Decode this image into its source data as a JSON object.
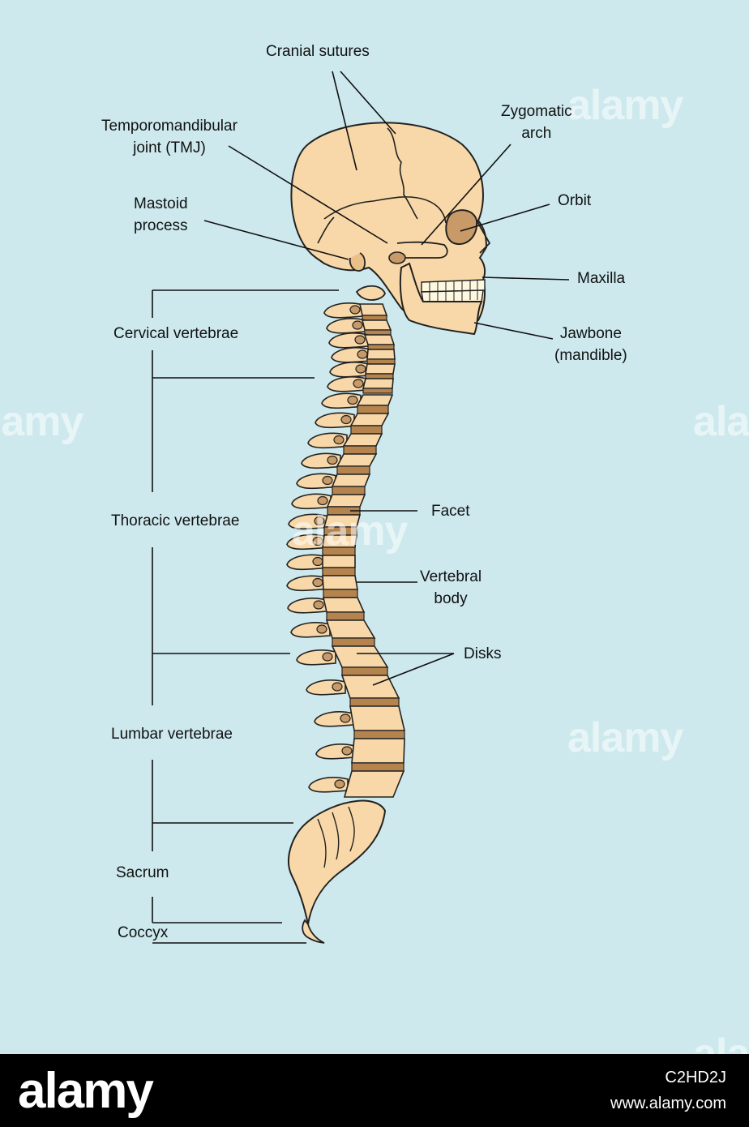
{
  "labels": {
    "cranial_sutures": "Cranial sutures",
    "tmj": "Temporomandibular\njoint (TMJ)",
    "zygomatic_arch": "Zygomatic\narch",
    "mastoid_process": "Mastoid\nprocess",
    "orbit": "Orbit",
    "maxilla": "Maxilla",
    "jawbone": "Jawbone\n(mandible)",
    "cervical": "Cervical vertebrae",
    "thoracic": "Thoracic vertebrae",
    "facet": "Facet",
    "vertebral_body": "Vertebral\nbody",
    "disks": "Disks",
    "lumbar": "Lumbar vertebrae",
    "sacrum": "Sacrum",
    "coccyx": "Coccyx"
  },
  "watermark": "alamy",
  "footer": {
    "logo": "alamy",
    "image_id": "C2HD2J",
    "url": "www.alamy.com"
  },
  "colors": {
    "background": "#cde9ee",
    "bone": "#f8d8a8",
    "bone_shade": "#e8c088",
    "disk": "#b5844e",
    "outline": "#222222"
  }
}
